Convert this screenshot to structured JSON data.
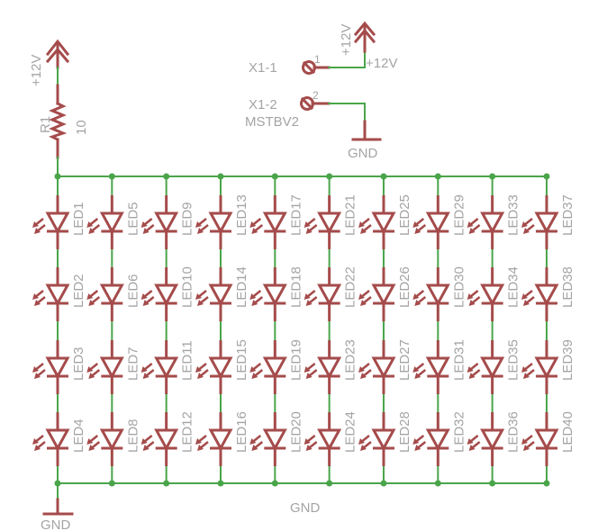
{
  "colors": {
    "wire": "#4aa54a",
    "part": "#a54b4b",
    "text": "#a4a4a4"
  },
  "supply": {
    "label": "+12V"
  },
  "resistor": {
    "name": "R1",
    "value": "10"
  },
  "connector": {
    "pin1_name": "X1-1",
    "pin1_num": "1",
    "pin2_name": "X1-2",
    "pin2_num": "2",
    "part": "MSTBV2",
    "supply_label": "+12V",
    "supply_net_label": "+12V",
    "gnd_label": "GND"
  },
  "ground": {
    "label": "GND",
    "net_label": "GND"
  },
  "leds": [
    [
      "LED1",
      "LED2",
      "LED3",
      "LED4"
    ],
    [
      "LED5",
      "LED6",
      "LED7",
      "LED8"
    ],
    [
      "LED9",
      "LED10",
      "LED11",
      "LED12"
    ],
    [
      "LED13",
      "LED14",
      "LED15",
      "LED16"
    ],
    [
      "LED17",
      "LED18",
      "LED19",
      "LED20"
    ],
    [
      "LED21",
      "LED22",
      "LED23",
      "LED24"
    ],
    [
      "LED25",
      "LED26",
      "LED27",
      "LED28"
    ],
    [
      "LED29",
      "LED30",
      "LED31",
      "LED32"
    ],
    [
      "LED33",
      "LED34",
      "LED35",
      "LED36"
    ],
    [
      "LED37",
      "LED38",
      "LED39",
      "LED40"
    ]
  ]
}
